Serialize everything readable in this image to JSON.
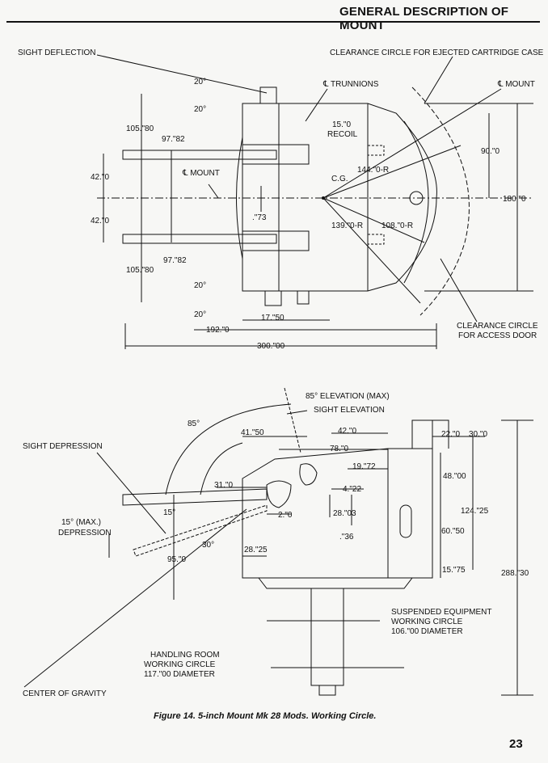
{
  "header": {
    "title": "GENERAL DESCRIPTION OF MOUNT"
  },
  "caption": "Figure 14.  5-inch Mount Mk 28 Mods.  Working Circle.",
  "page_number": "23",
  "top_view": {
    "sight_deflection": "SIGHT DEFLECTION",
    "clearance_cartridge": "CLEARANCE CIRCLE FOR EJECTED CARTRIDGE CASE",
    "trunnions": "℄ TRUNNIONS",
    "mount_cl_right": "℄ MOUNT",
    "mount_cl_left": "℄ MOUNT",
    "recoil_value": "15.\"0",
    "recoil_label": "RECOIL",
    "cg": "C.G.",
    "r144": "144.\"0-R",
    "r139": "139.\"0-R",
    "r108": "108.\"0-R",
    "d20_a": "20°",
    "d20_b": "20°",
    "d20_c": "20°",
    "d20_d": "20°",
    "d105_a": "105.\"80",
    "d105_b": "105.\"80",
    "d97_a": "97.\"82",
    "d97_b": "97.\"82",
    "d42_a": "42.\"0",
    "d42_b": "42.\"0",
    "d73": ".\"73",
    "d90": "90.\"0",
    "d180": "180.\"0",
    "d17": "17.\"50",
    "d192": "192.\"0",
    "d300": "300.\"00",
    "access_door_1": "CLEARANCE CIRCLE",
    "access_door_2": "FOR ACCESS DOOR"
  },
  "side_view": {
    "elev_max": "85° ELEVATION (MAX)",
    "sight_elev": "SIGHT ELEVATION",
    "a85": "85°",
    "d41": "41.\"50",
    "d42": "42.\"0",
    "d78": "78.\"0",
    "d22": "22.\"0",
    "d30": "30.\"0",
    "sight_depression": "SIGHT DEPRESSION",
    "d19": "19.\"72",
    "d31": "31.\"0",
    "d4": "4.\"22",
    "d48": "48.\"00",
    "a15": "15°",
    "d2": "2.\"0",
    "d28_03": "28.\"03",
    "d124": "124.\"25",
    "dep_1": "15° (MAX.)",
    "dep_2": "DEPRESSION",
    "d36": ".\"36",
    "d60": "60.\"50",
    "a30": "30°",
    "d28_25": "28.\"25",
    "d95": "95.\"0",
    "d15_75": "15.\"75",
    "d288": "288.\"30",
    "susp_1": "SUSPENDED EQUIPMENT",
    "susp_2": "WORKING CIRCLE",
    "susp_3": "106.\"00 DIAMETER",
    "hand_1": "HANDLING ROOM",
    "hand_2": "WORKING CIRCLE",
    "hand_3": "117.\"00 DIAMETER",
    "cog": "CENTER OF GRAVITY"
  }
}
